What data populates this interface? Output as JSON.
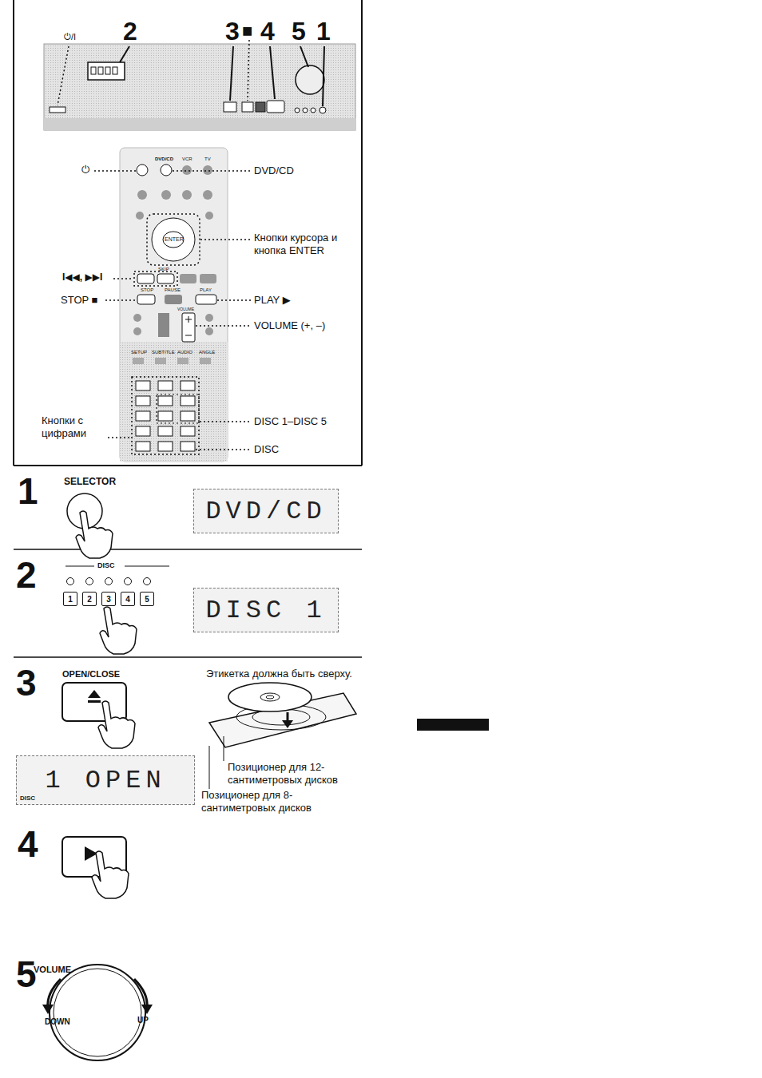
{
  "diagram": {
    "nodes": [
      {
        "text": [
          "DVD/CD"
        ]
      },
      {
        "text": [
          "1"
        ]
      },
      {
        "text": [
          "2"
        ]
      },
      {
        "text": [
          "3"
        ]
      },
      {
        "text": [
          "4"
        ]
      },
      {
        "text": [
          "5"
        ]
      },
      {
        "text": [
          "DISC 1"
        ]
      },
      {
        "text": [
          "1 OPEN",
          "DISC"
        ]
      }
    ],
    "labels": [
      "⏻/I",
      "2",
      "3",
      "■",
      "4",
      "5",
      "1",
      "⏻",
      "DVD/CD",
      "Кнопки курсора и кнопка ENTER",
      "I◀◀, ▶▶I",
      "STOP ■",
      "PLAY ▶",
      "VOLUME (+, –)",
      "DISC 1–DISC 5",
      "Кнопки с цифрами",
      "DISC",
      "DVD/CD",
      "VCR",
      "TV",
      "ENTER",
      "SKIP",
      "STOP",
      "PAUSE",
      "PLAY",
      "VOLUME",
      "SETUP",
      "SUBTITLE",
      "AUDIO",
      "ANGLE",
      "1",
      "SELECTOR",
      "2",
      "DISC",
      "3",
      "OPEN/CLOSE",
      "Этикетка должна быть сверху.",
      "Позиционер для 12-сантиметровых дисков",
      "Позиционер для 8-сантиметровых дисков",
      "4",
      "5",
      "VOLUME",
      "DOWN",
      "UP"
    ]
  }
}
